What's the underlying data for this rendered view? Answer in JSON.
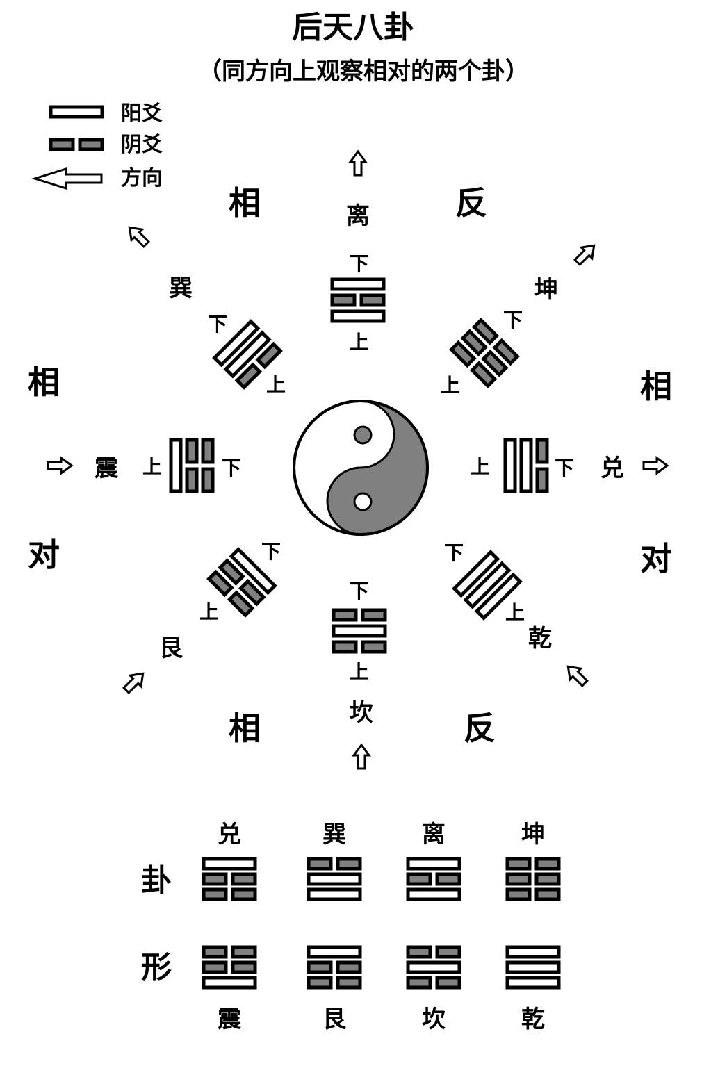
{
  "title": "后天八卦",
  "subtitle": "（同方向上观察相对的两个卦）",
  "legend": {
    "yang": "阳爻",
    "yin": "阴爻",
    "direction": "方向"
  },
  "colors": {
    "yin_fill": "#808080",
    "stroke": "#000000",
    "background": "#ffffff"
  },
  "side_words": {
    "top_left": "相",
    "top_right": "反",
    "left_upper": "相",
    "left_lower": "对",
    "right_upper": "相",
    "right_lower": "对",
    "bottom_left": "相",
    "bottom_right": "反"
  },
  "upper_label": "上",
  "lower_label": "下",
  "trigrams": {
    "li": {
      "name": "离",
      "lines_from_lower_mark": [
        "yang",
        "yin",
        "yang"
      ]
    },
    "kan": {
      "name": "坎",
      "lines_from_lower_mark": [
        "yin",
        "yang",
        "yin"
      ]
    },
    "zhen": {
      "name": "震",
      "lines_from_lower_mark": [
        "yang",
        "yin",
        "yin"
      ]
    },
    "dui": {
      "name": "兑",
      "lines_from_lower_mark": [
        "yin",
        "yang",
        "yang"
      ]
    },
    "xun": {
      "name": "巽",
      "lines_from_lower_mark": [
        "yang",
        "yang",
        "yin"
      ]
    },
    "kun": {
      "name": "坤",
      "lines_from_lower_mark": [
        "yin",
        "yin",
        "yin"
      ]
    },
    "gen": {
      "name": "艮",
      "lines_from_lower_mark": [
        "yin",
        "yin",
        "yang"
      ]
    },
    "qian": {
      "name": "乾",
      "lines_from_lower_mark": [
        "yang",
        "yang",
        "yang"
      ]
    }
  },
  "table": {
    "row_label_1": "卦",
    "row_label_2": "形",
    "top_row": [
      {
        "name": "兑",
        "lines": [
          "yang",
          "yin",
          "yin"
        ]
      },
      {
        "name": "巽",
        "lines": [
          "yin",
          "yang",
          "yang"
        ]
      },
      {
        "name": "离",
        "lines": [
          "yang",
          "yin",
          "yang"
        ]
      },
      {
        "name": "坤",
        "lines": [
          "yin",
          "yin",
          "yin"
        ]
      }
    ],
    "bottom_row": [
      {
        "name": "震",
        "lines": [
          "yin",
          "yin",
          "yang"
        ]
      },
      {
        "name": "艮",
        "lines": [
          "yang",
          "yin",
          "yin"
        ]
      },
      {
        "name": "坎",
        "lines": [
          "yin",
          "yang",
          "yin"
        ]
      },
      {
        "name": "乾",
        "lines": [
          "yang",
          "yang",
          "yang"
        ]
      }
    ]
  }
}
